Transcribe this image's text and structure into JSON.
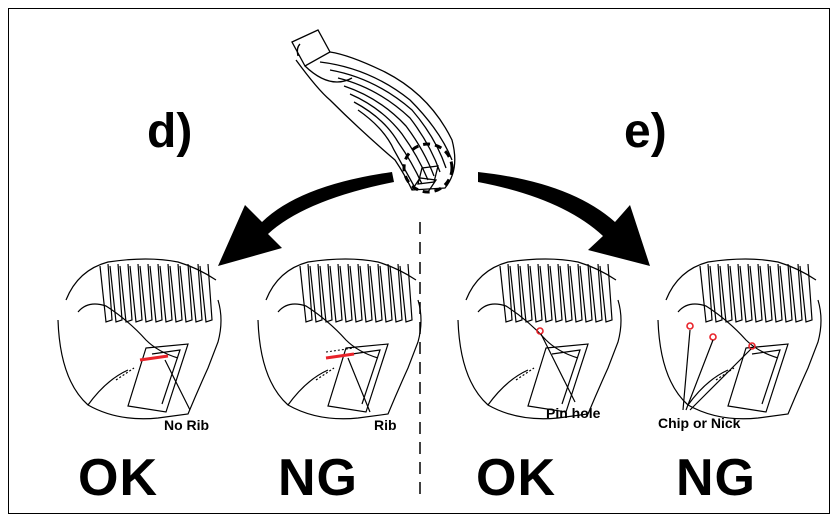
{
  "sections": {
    "left": {
      "label": "d)"
    },
    "right": {
      "label": "e)"
    }
  },
  "panels": [
    {
      "id": "d-ok",
      "verdict": "OK",
      "callout": "No Rib"
    },
    {
      "id": "d-ng",
      "verdict": "NG",
      "callout": "Rib"
    },
    {
      "id": "e-ok",
      "verdict": "OK",
      "callout": "Pin hole"
    },
    {
      "id": "e-ng",
      "verdict": "NG",
      "callout": "Chip or Nick"
    }
  ],
  "colors": {
    "defect": "#e8232a",
    "ink": "#000000",
    "background": "#ffffff"
  }
}
